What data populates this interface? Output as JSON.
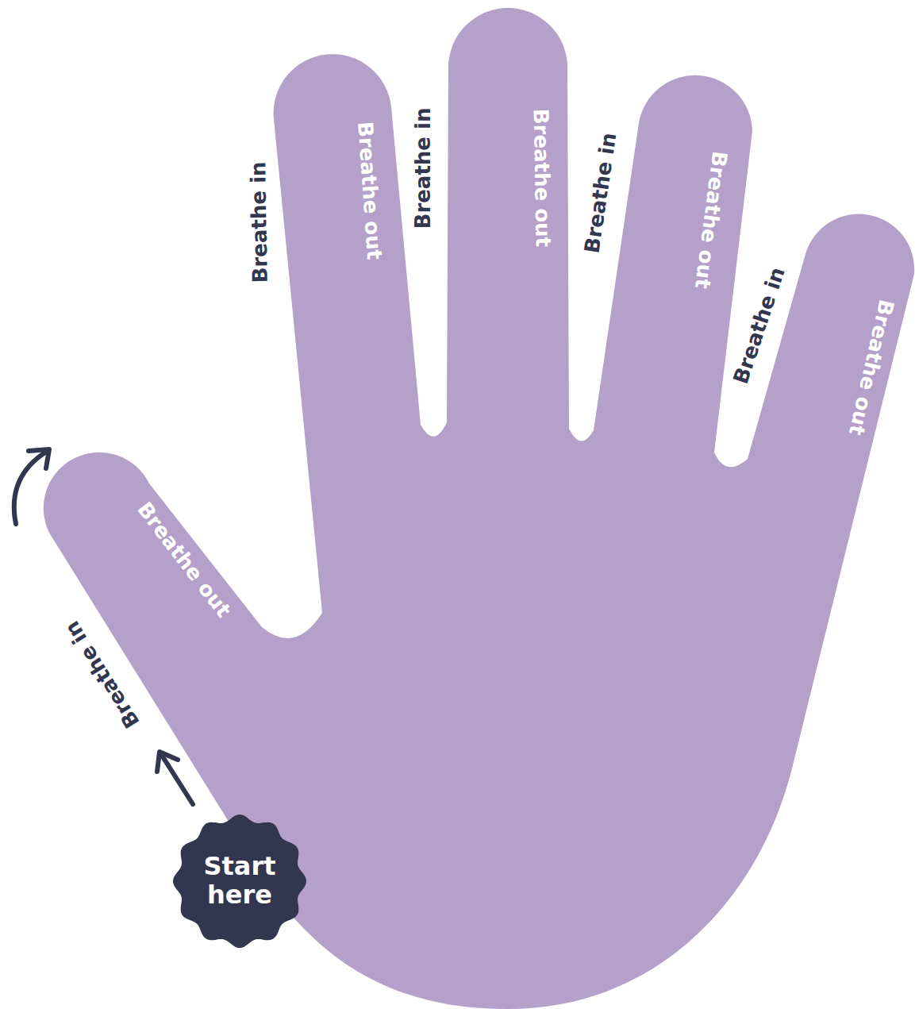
{
  "diagram": {
    "nodes": [
      {
        "text": [
          "Start here"
        ]
      }
    ],
    "labels": [
      "Breathe in",
      "Breathe out",
      "Breathe in",
      "Breathe out",
      "Breathe in",
      "Breathe out",
      "Breathe in",
      "Breathe out",
      "Breathe in",
      "Breathe out"
    ]
  }
}
